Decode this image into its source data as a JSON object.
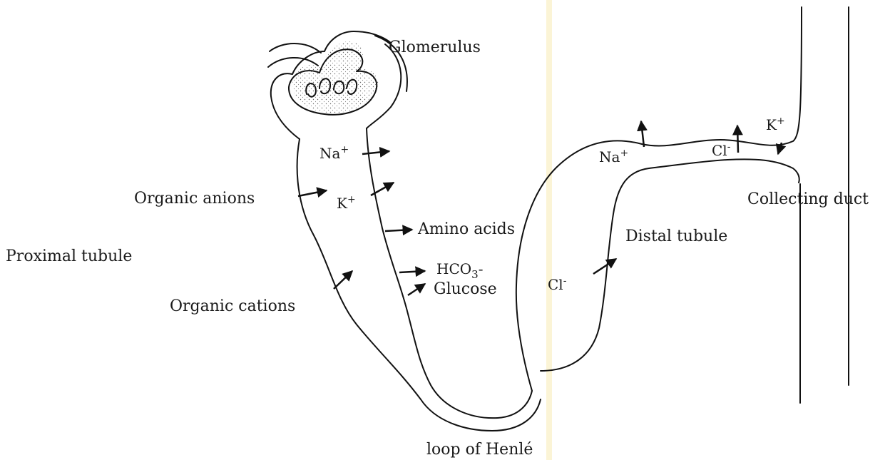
{
  "labels": {
    "glomerulus": "Glomerulus",
    "proximal_tubule": "Proximal tubule",
    "loop_of_henle": "loop of Henlé",
    "distal_tubule": "Distal tubule",
    "collecting_duct": "Collecting duct"
  },
  "transported_substances": {
    "organic_anions": "Organic anions",
    "organic_cations": "Organic cations",
    "amino_acids": "Amino acids",
    "glucose": "Glucose",
    "bicarbonate": "HCO",
    "bicarbonate_sub": "3",
    "bicarbonate_suffix": "-",
    "sodium_proximal": "Na",
    "sodium_proximal_sup": "+",
    "potassium_proximal": "K",
    "potassium_proximal_sup": "+",
    "sodium_distal": "Na",
    "sodium_distal_sup": "+",
    "chloride_distal_upper": "Cl",
    "chloride_distal_upper_sup": "-",
    "chloride_ascending": "Cl",
    "chloride_ascending_sup": "-",
    "potassium_collecting": "K",
    "potassium_collecting_sup": "+"
  }
}
